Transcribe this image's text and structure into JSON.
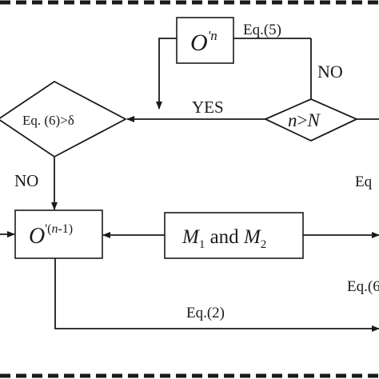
{
  "nodes": {
    "on_box": {
      "main": "O",
      "sup": "'n"
    },
    "on1_box": {
      "main": "O",
      "sup_prefix": "'(",
      "sup_var": "n",
      "sup_suffix": "-1)"
    },
    "m_box": {
      "m1": "M",
      "m1_sub": "1",
      "and": " and ",
      "m2": "M",
      "m2_sub": "2"
    },
    "eq6_diamond": {
      "text": "Eq. (6)>δ"
    },
    "nN_diamond": {
      "n": "n",
      "gt": ">",
      "N": "N"
    }
  },
  "edge_labels": {
    "eq5": "Eq.(5)",
    "no_top": "NO",
    "yes": "YES",
    "no_left": "NO",
    "eq2": "Eq.(2)",
    "eq_right_top": "Eq",
    "eq_right_mid": "Eq.(",
    "eq_right_mid_2": "6"
  },
  "colors": {
    "stroke": "#1a1a1a",
    "fill": "#ffffff"
  }
}
